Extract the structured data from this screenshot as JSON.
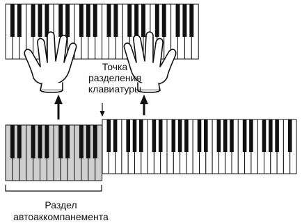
{
  "split_point_label": [
    "Точка",
    "разделения",
    "клавиатуры"
  ],
  "section_label": [
    "Раздел",
    "автоаккомпанемента"
  ],
  "colors": {
    "white_key": "#ffffff",
    "shaded_key": "#cfcfcf",
    "black_key": "#111111",
    "outline": "#111111"
  },
  "icons": [
    "left-hand-icon",
    "right-hand-icon",
    "up-arrow-icon",
    "split-point-arrow-icon"
  ]
}
